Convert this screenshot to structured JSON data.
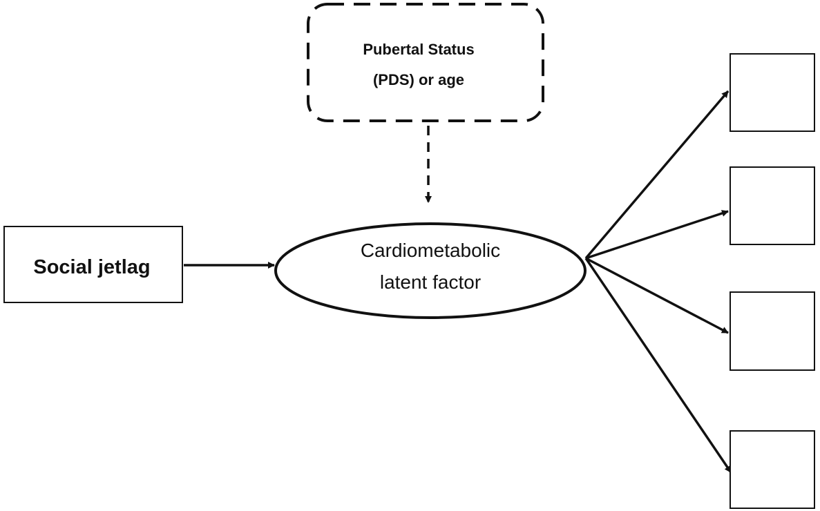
{
  "moderator": {
    "line1": "Pubertal Status",
    "line2": "(PDS) or age"
  },
  "predictor": {
    "label": "Social jetlag"
  },
  "latent": {
    "line1": "Cardiometabolic",
    "line2": "latent factor"
  },
  "indicators": [
    "",
    "",
    "",
    ""
  ],
  "colors": {
    "stroke": "#111111",
    "background": "#ffffff"
  }
}
